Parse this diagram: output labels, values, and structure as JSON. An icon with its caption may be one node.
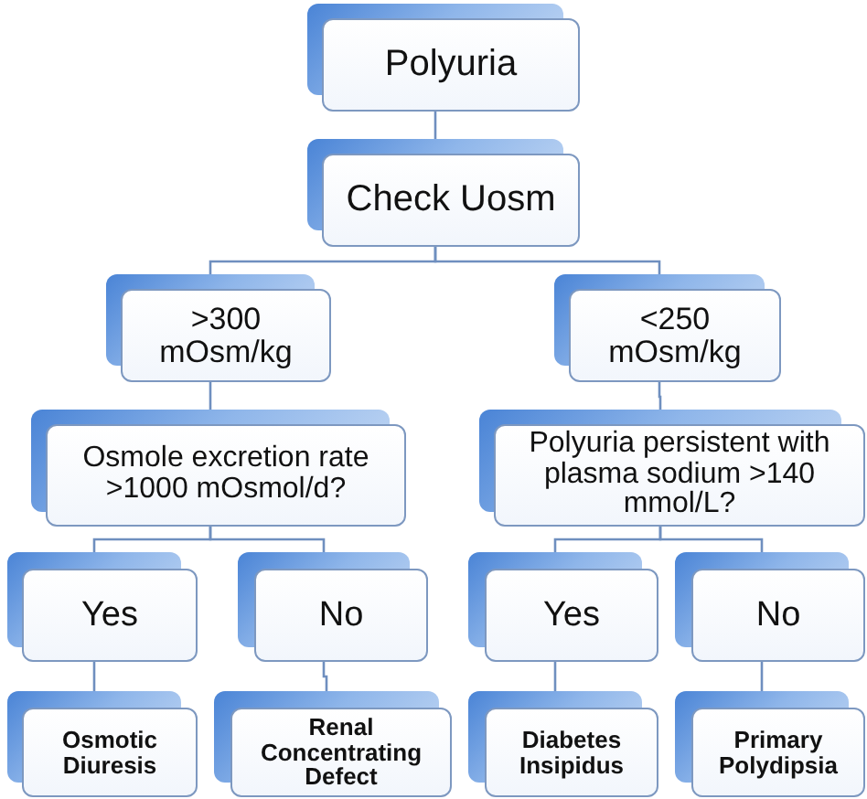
{
  "diagram": {
    "nodes": [
      {
        "text": [
          "Polyuria"
        ]
      },
      {
        "text": [
          "Check Uosm"
        ]
      },
      {
        "text": [
          ">300 mOsm/kg"
        ]
      },
      {
        "text": [
          "<250 mOsm/kg"
        ]
      },
      {
        "text": [
          "Osmole excretion rate >1000 mOsmol/d?"
        ]
      },
      {
        "text": [
          "Polyuria persistent with plasma sodium >140 mmol/L?"
        ]
      },
      {
        "text": [
          "Yes"
        ]
      },
      {
        "text": [
          "No"
        ]
      },
      {
        "text": [
          "Yes"
        ]
      },
      {
        "text": [
          "No"
        ]
      },
      {
        "text": [
          "Osmotic Diuresis"
        ]
      },
      {
        "text": [
          "Renal Concentrating Defect"
        ]
      },
      {
        "text": [
          "Diabetes Insipidus"
        ]
      },
      {
        "text": [
          "Primary Polydipsia"
        ]
      }
    ],
    "edges": [
      {
        "from": 0,
        "to": 1,
        "arrow": "none"
      },
      {
        "from": 1,
        "to": 2,
        "arrow": "none"
      },
      {
        "from": 1,
        "to": 3,
        "arrow": "none"
      },
      {
        "from": 2,
        "to": 4,
        "arrow": "none"
      },
      {
        "from": 3,
        "to": 5,
        "arrow": "none"
      },
      {
        "from": 4,
        "to": 6,
        "arrow": "none"
      },
      {
        "from": 4,
        "to": 7,
        "arrow": "none"
      },
      {
        "from": 5,
        "to": 8,
        "arrow": "none"
      },
      {
        "from": 5,
        "to": 9,
        "arrow": "none"
      },
      {
        "from": 6,
        "to": 10,
        "arrow": "none"
      },
      {
        "from": 7,
        "to": 11,
        "arrow": "none"
      },
      {
        "from": 8,
        "to": 12,
        "arrow": "none"
      },
      {
        "from": 9,
        "to": 13,
        "arrow": "none"
      }
    ]
  }
}
